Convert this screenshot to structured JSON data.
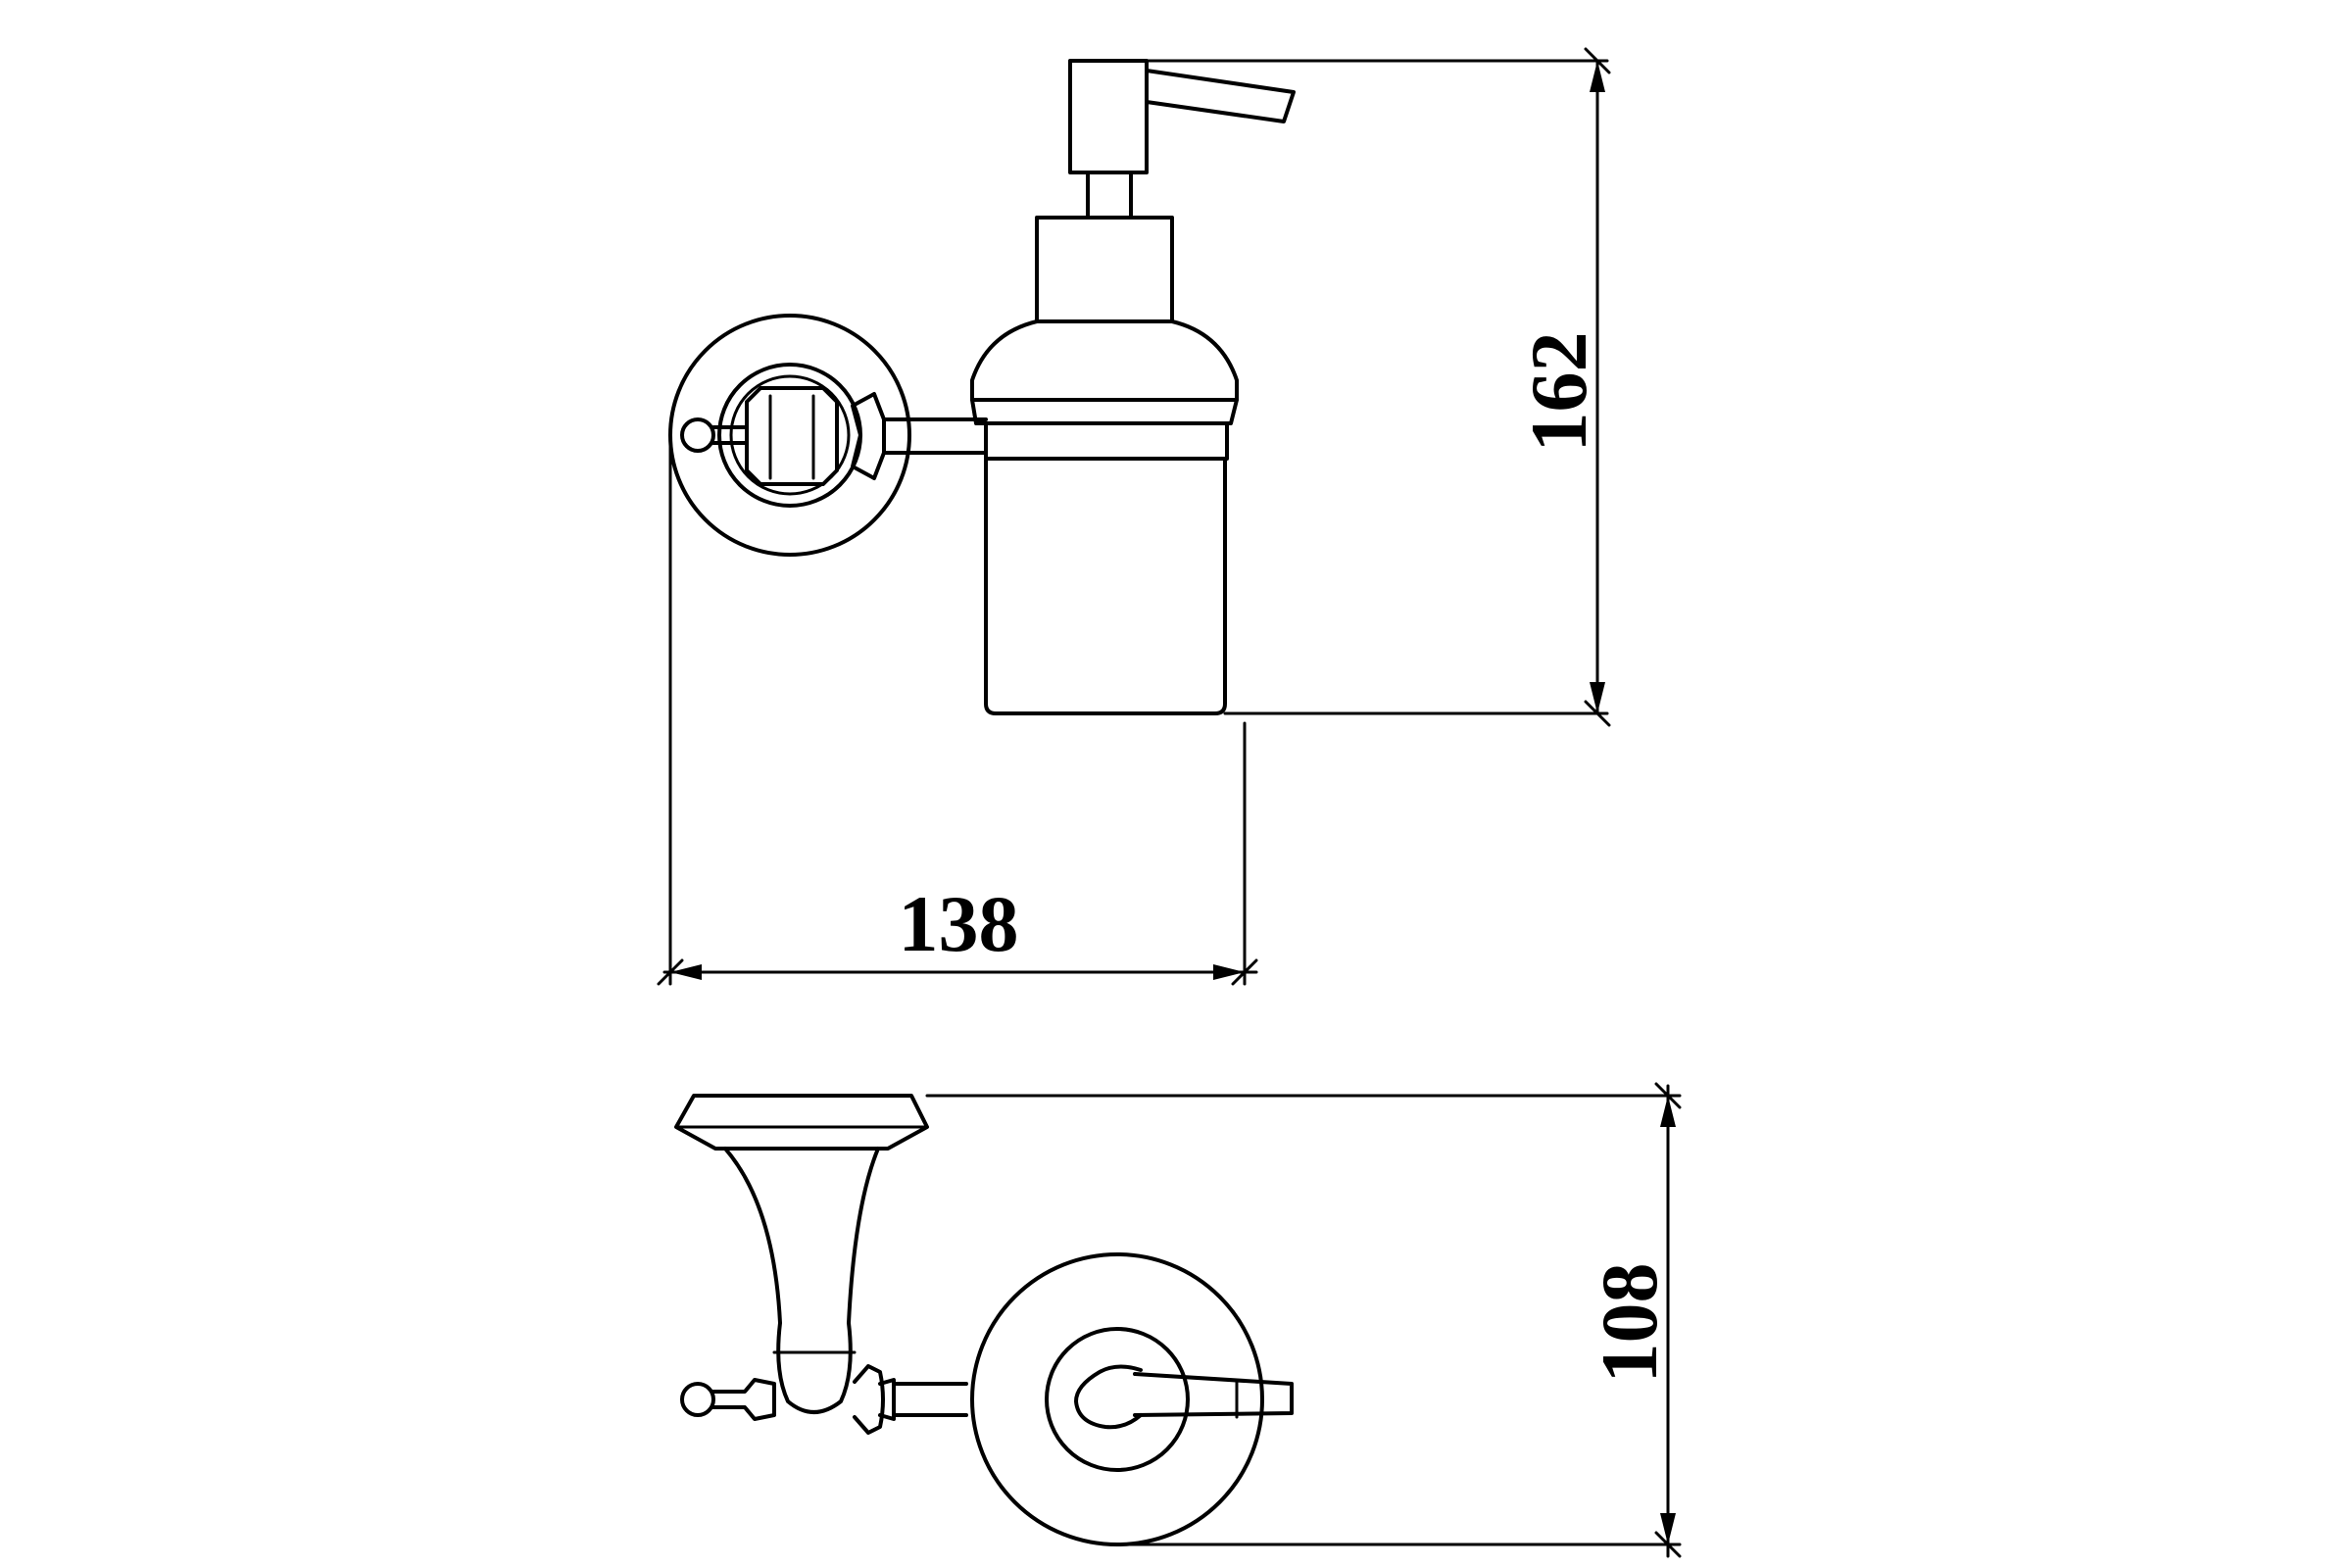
{
  "diagram": {
    "dimensions": {
      "width": "138",
      "height": "162",
      "depth": "108"
    },
    "line_color": "#000000",
    "background_color": "#ffffff"
  }
}
